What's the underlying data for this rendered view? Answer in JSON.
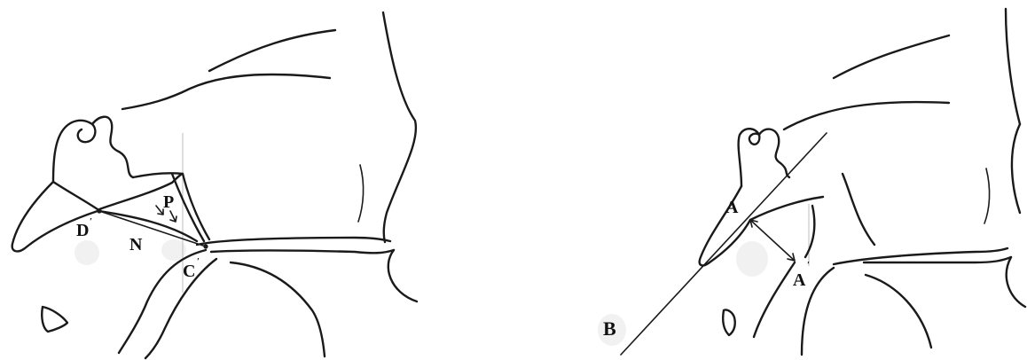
{
  "left_panel": {
    "labels": {
      "D_prime": "D",
      "N": "N",
      "P": "P",
      "C_prime": "C"
    }
  },
  "right_panel": {
    "labels": {
      "A": "A",
      "A_prime": "A",
      "B": "B"
    }
  },
  "colors": {
    "ink": "#1a1a1a",
    "background": "#ffffff"
  }
}
